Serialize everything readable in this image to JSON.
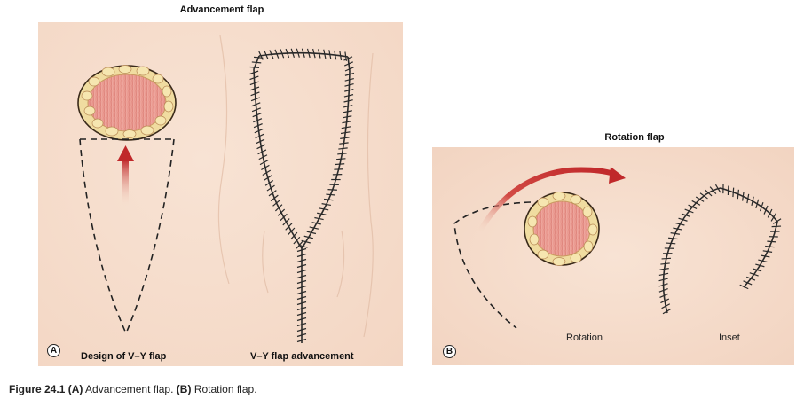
{
  "panel_a": {
    "title": "Advancement flap",
    "badge": "A",
    "label_left": "Design of V–Y flap",
    "label_right": "V–Y flap advancement"
  },
  "panel_b": {
    "title": "Rotation flap",
    "badge": "B",
    "label_left": "Rotation",
    "label_right": "Inset"
  },
  "caption": {
    "figure": "Figure 24.1",
    "a_tag": "(A)",
    "a_text": "Advancement flap.",
    "b_tag": "(B)",
    "b_text": "Rotation flap."
  },
  "colors": {
    "skin": "#f6dfd0",
    "wound_pink": "#e8938c",
    "wound_rim": "#f0dca0",
    "arrow_red": "#c0282a",
    "suture": "#2a2a2a"
  }
}
